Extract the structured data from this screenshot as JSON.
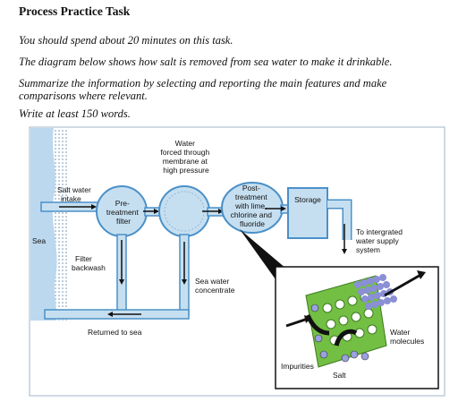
{
  "task": {
    "heading": "Process Practice Task",
    "lines": [
      "You should spend about 20 minutes on this task.",
      "The diagram below shows how salt is removed from sea water to make it drinkable.",
      "Summarize the information by selecting and reporting the main features and make comparisons where relevant.",
      "Write at least 150 words."
    ]
  },
  "diagram": {
    "labels": {
      "sea": "Sea",
      "salt_water_intake": [
        "Salt water",
        "intake"
      ],
      "filter_backwash": [
        "Filter",
        "backwash"
      ],
      "pretreatment": [
        "Pre-",
        "treatment",
        "filter"
      ],
      "membrane": [
        "Water",
        "forced through",
        "membrane at",
        "high pressure"
      ],
      "post_treatment": [
        "Post-",
        "treatment",
        "with lime,",
        "chlorine and",
        "fluoride"
      ],
      "storage": "Storage",
      "supply": [
        "To intergrated",
        "water supply",
        "system"
      ],
      "concentrate": [
        "Sea water",
        "concentrate"
      ],
      "returned": "Returned to sea",
      "water_molecules": [
        "Water",
        "molecules"
      ],
      "impurities": "Impurities",
      "salt": "Salt"
    },
    "colors": {
      "water": "#c6dff0",
      "pipe": "#4a90c8",
      "sea": "#bcd8ee",
      "membrane": "#72bf44",
      "molecule": "#8a8fd6"
    }
  }
}
